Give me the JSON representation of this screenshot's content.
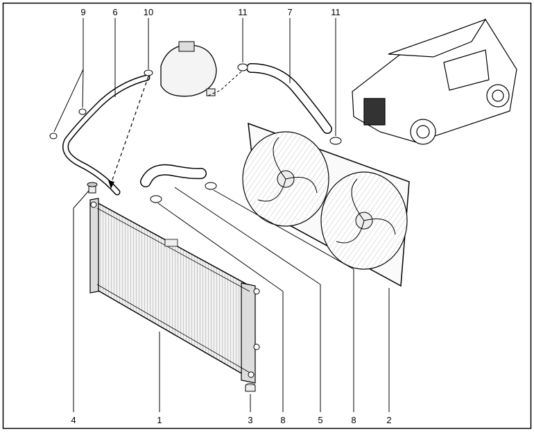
{
  "callouts": [
    {
      "id": "c9a",
      "label": "9"
    },
    {
      "id": "c6",
      "label": "6"
    },
    {
      "id": "c10",
      "label": "10"
    },
    {
      "id": "c11a",
      "label": "11"
    },
    {
      "id": "c7",
      "label": "7"
    },
    {
      "id": "c11b",
      "label": "11"
    },
    {
      "id": "c4",
      "label": "4"
    },
    {
      "id": "c1",
      "label": "1"
    },
    {
      "id": "c3",
      "label": "3"
    },
    {
      "id": "c8a",
      "label": "8"
    },
    {
      "id": "c5",
      "label": "5"
    },
    {
      "id": "c8b",
      "label": "8"
    },
    {
      "id": "c2",
      "label": "2"
    }
  ],
  "parts": [
    {
      "name": "radiator",
      "callout": "1"
    },
    {
      "name": "fan-shroud-assembly",
      "callout": "2"
    },
    {
      "name": "drain-plug",
      "callout": "3"
    },
    {
      "name": "radiator-bleed-plug",
      "callout": "4"
    },
    {
      "name": "lower-hose",
      "callout": "5"
    },
    {
      "name": "vapour-hose",
      "callout": "6"
    },
    {
      "name": "upper-hose",
      "callout": "7"
    },
    {
      "name": "hose-clamp",
      "callout": "8"
    },
    {
      "name": "hose-retainer",
      "callout": "9"
    },
    {
      "name": "small-clamp",
      "callout": "10"
    },
    {
      "name": "clamp",
      "callout": "11"
    }
  ]
}
